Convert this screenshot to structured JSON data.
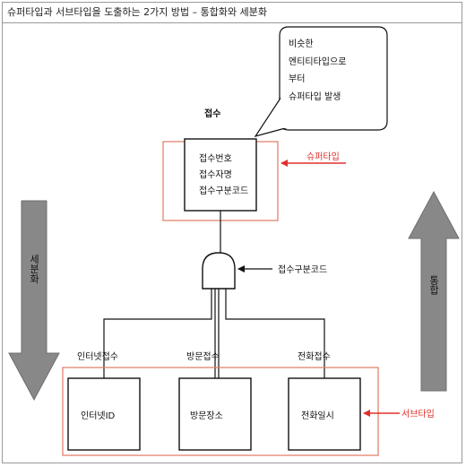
{
  "title": "슈퍼타입과 서브타입을 도출하는 2가지 방법 – 통합화와 세분화",
  "callout": {
    "lines": [
      "비슷한",
      "엔티티타입으로",
      "부터",
      "슈퍼타입 발생"
    ]
  },
  "supertype": {
    "entity_name": "접수",
    "attributes": [
      "접수번호",
      "접수자명",
      "접수구분코드"
    ],
    "tag": "슈퍼타입"
  },
  "discriminator": {
    "label": "접수구분코드"
  },
  "subtypes": {
    "tag": "서브타입",
    "items": [
      {
        "entity_name": "인터넷접수",
        "attribute": "인터넷ID"
      },
      {
        "entity_name": "방문접수",
        "attribute": "방문장소"
      },
      {
        "entity_name": "전화접수",
        "attribute": "전화일시"
      }
    ]
  },
  "arrows": {
    "left_label": "세분화",
    "right_label": "통합"
  },
  "colors": {
    "accent_red": "#e0302c",
    "arrow_gray": "#888888",
    "line": "#111111",
    "group_border": "#e07a60"
  }
}
